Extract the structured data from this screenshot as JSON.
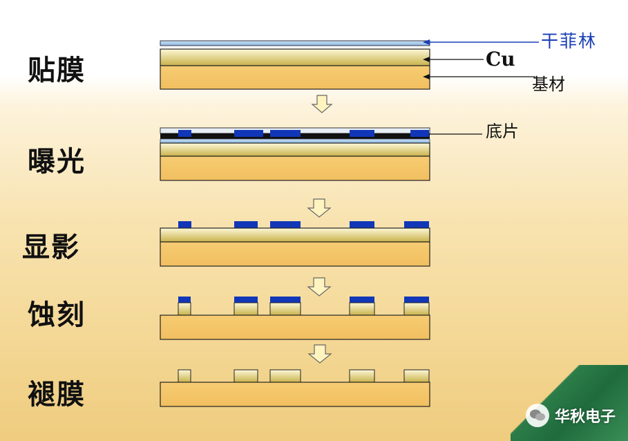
{
  "steps": [
    {
      "id": "lamination",
      "label": "贴膜"
    },
    {
      "id": "exposure",
      "label": "曝光"
    },
    {
      "id": "developing",
      "label": "显影"
    },
    {
      "id": "etching",
      "label": "蚀刻"
    },
    {
      "id": "stripping",
      "label": "褪膜"
    }
  ],
  "callouts": {
    "dry_film": "干菲林",
    "copper": "Cu",
    "substrate": "基材",
    "phototool": "底片"
  },
  "watermark": {
    "text": "华秋电子"
  },
  "colors": {
    "substrate": "#f6c86b",
    "copper_top": "#fbf6d2",
    "copper_bottom": "#cdb64c",
    "dry_film": "#9cc4e8",
    "resist": "#1136b8",
    "phototool_dark": "#111111",
    "arrow": "#fff4c0",
    "callout_blue": "#1a3fb8"
  }
}
